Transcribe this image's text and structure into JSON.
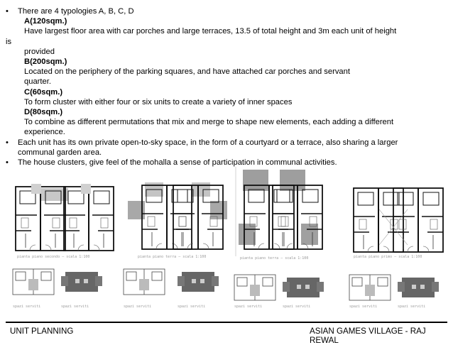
{
  "bullets": [
    "There are 4 typologies A, B, C, D",
    "Each unit has its own private open-to-sky space, in the form of a courtyard or a terrace, also sharing a larger",
    "communal garden area.",
    "The house clusters, give feel of the mohalla a sense of participation in communal activities."
  ],
  "typologies": {
    "a_heading": "A(120sqm.)",
    "a_desc_1": "Have largest floor area with car porches and large terraces, 13.5 of total height and 3m each unit of height",
    "a_desc_2": "is",
    "a_desc_3": "provided",
    "b_heading": "B(200sqm.)",
    "b_desc_1": "Located on the periphery of the parking squares, and have attached car porches and servant",
    "b_desc_2": "quarter.",
    "c_heading": "C(60sqm.)",
    "c_desc": "To form cluster with either four or six units to create a variety of inner spaces",
    "d_heading": "D(80sqm.)",
    "d_desc_1": "To combine as different permutations that mix and merge to shape new elements, each adding a different",
    "d_desc_2": "experience."
  },
  "drawings": {
    "plan_captions": [
      "pianta piano secondo — scala 1:100",
      "pianta piano terra — scala 1:100",
      "pianta piano terra — scala 1:100",
      "pianta piano primo — scala 1:100"
    ],
    "small_captions": [
      "spazi serviti",
      "spazi serviti",
      "spazi serviti",
      "spazi serviti",
      "spazi serviti",
      "spazi serviti",
      "spazi serviti",
      "spazi serviti"
    ]
  },
  "footer": {
    "left": "UNIT PLANNING",
    "right_line1": "ASIAN GAMES VILLAGE - RAJ",
    "right_line2": "REWAL"
  }
}
